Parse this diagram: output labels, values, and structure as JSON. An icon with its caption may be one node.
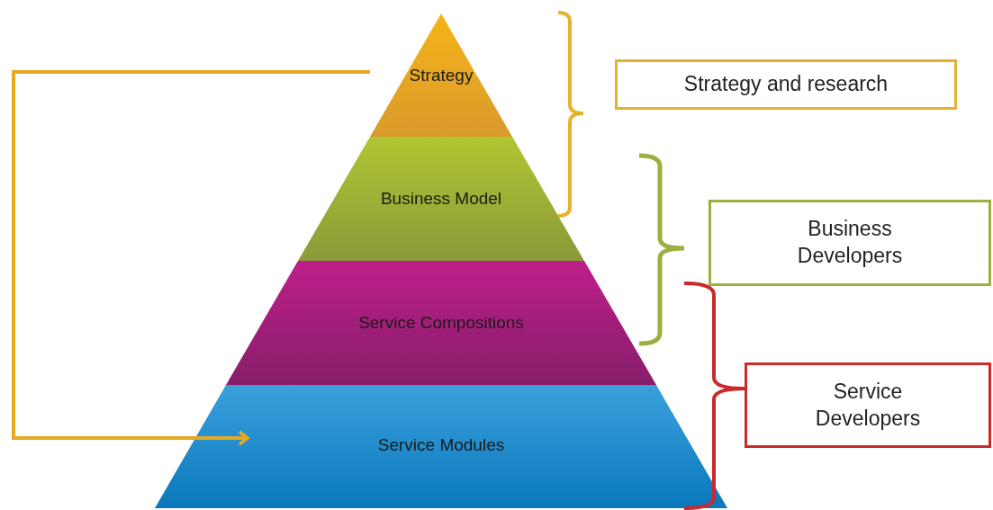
{
  "diagram": {
    "nodes": [
      {
        "text": [
          "Strategy"
        ]
      },
      {
        "text": [
          "Business Model"
        ]
      },
      {
        "text": [
          "Service Compositions"
        ]
      },
      {
        "text": [
          "Service Modules"
        ]
      },
      {
        "text": [
          "Strategy and research"
        ]
      },
      {
        "text": [
          "Business Developers"
        ]
      },
      {
        "text": [
          "Service Developers"
        ]
      }
    ],
    "edges": [
      {
        "from": 0,
        "to": 3,
        "arrow": "to"
      }
    ]
  }
}
